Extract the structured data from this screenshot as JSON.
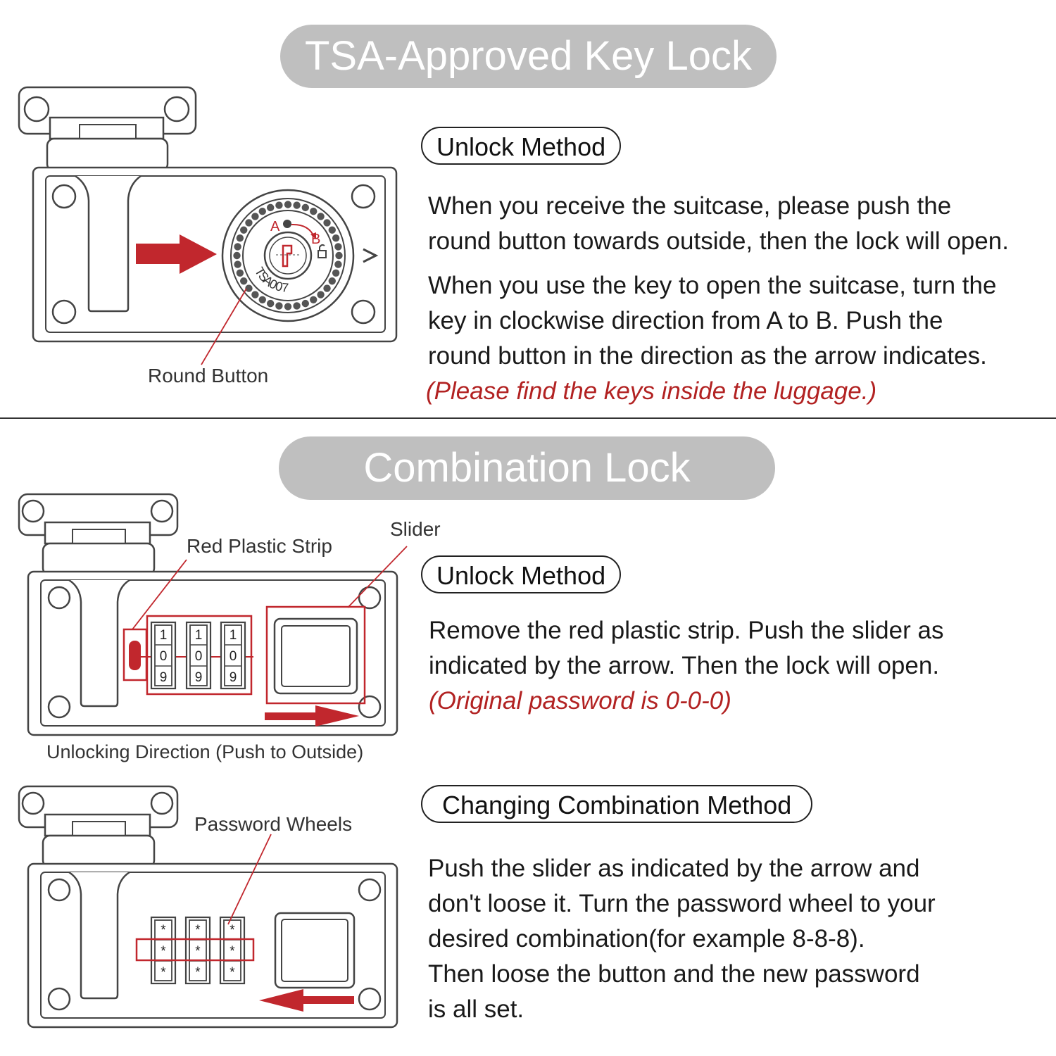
{
  "tsa_section": {
    "banner": "TSA-Approved Key Lock",
    "pill": "Unlock Method",
    "paragraph1": [
      "When you receive the suitcase, please push the",
      "round button towards outside, then the lock will open."
    ],
    "paragraph2": [
      "When you use the key to open the suitcase, turn the",
      "key in clockwise direction from A to B. Push the",
      "round button in the direction as the arrow indicates."
    ],
    "note": "(Please find the keys inside the luggage.)",
    "label_round_button": "Round Button",
    "dial_a": "A",
    "dial_b": "B",
    "dial_text": "TSA007"
  },
  "combination_section": {
    "banner": "Combination Lock",
    "label_red_strip": "Red Plastic Strip",
    "label_slider": "Slider",
    "label_direction": "Unlocking Direction (Push to Outside)",
    "label_wheels": "Password Wheels",
    "unlock_pill": "Unlock Method",
    "unlock_paragraph": [
      "Remove the red plastic strip. Push the slider as",
      "indicated by the arrow. Then the lock will open."
    ],
    "unlock_note": "(Original password is 0-0-0)",
    "change_pill": "Changing Combination Method",
    "change_paragraph": [
      "Push the slider as indicated by the arrow and",
      "don't loose it. Turn the password wheel to your",
      "desired combination(for example 8-8-8).",
      "Then loose the button and the new password",
      "is all set."
    ],
    "wheel_digits": [
      "1",
      "0",
      "9"
    ],
    "wheel_stars": [
      "*",
      "*",
      "*"
    ]
  },
  "colors": {
    "accent_red": "#b22222",
    "banner_gray": "#bfbfbf"
  }
}
